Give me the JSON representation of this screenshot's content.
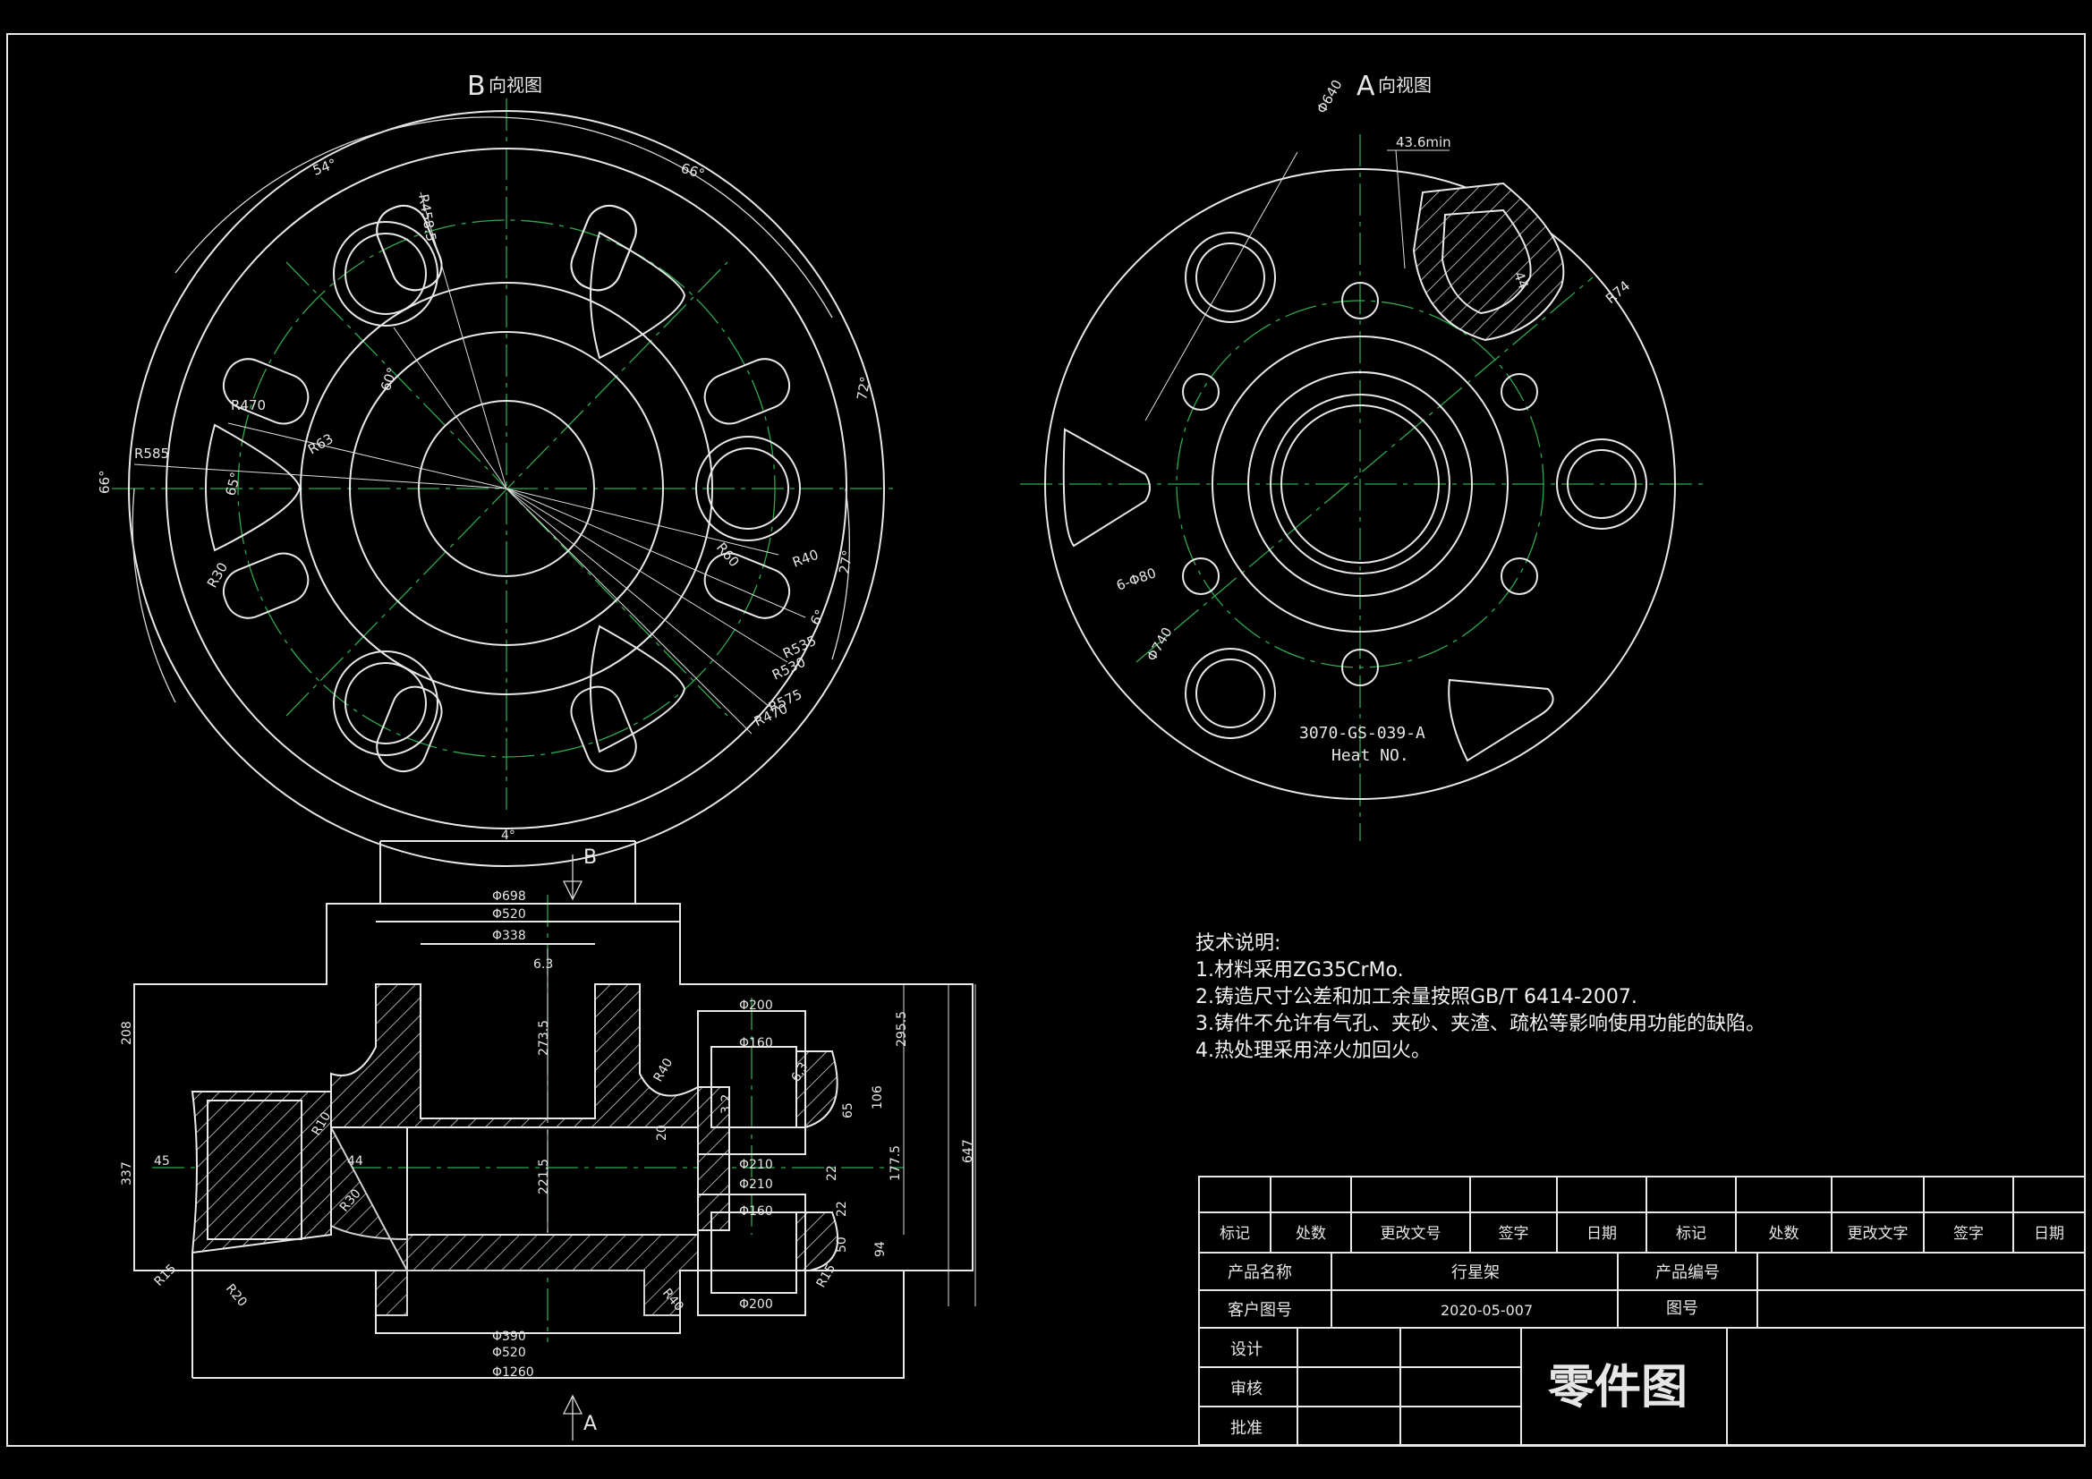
{
  "view_b": {
    "label_letter": "B",
    "label_text": "向视图",
    "dims": [
      "54°",
      "66°",
      "R458.5",
      "60°",
      "R470",
      "R585",
      "R63",
      "65°",
      "66°",
      "R30",
      "72°",
      "R60",
      "R40",
      "27°",
      "6°",
      "R535",
      "R530",
      "R575",
      "R470"
    ]
  },
  "view_a": {
    "label_letter": "A",
    "label_text": "向视图",
    "dims": [
      "Φ640",
      "43.6min",
      "44",
      "R74",
      "6-Φ80",
      "Φ740"
    ],
    "mark_line1": "3070-GS-039-A",
    "mark_line2": "Heat NO."
  },
  "section": {
    "arrow_b": "B",
    "arrow_a": "A",
    "dims": [
      "4°",
      "Φ698",
      "Φ520",
      "Φ338",
      "6.3",
      "208",
      "337",
      "45",
      "44",
      "R10",
      "R30",
      "R15",
      "R20",
      "273.5",
      "221.5",
      "R40",
      "20",
      "R40",
      "R15",
      "Φ200",
      "Φ160",
      "Φ210",
      "Φ210",
      "Φ160",
      "Φ200",
      "6.3",
      "3.2",
      "295.5",
      "106",
      "65",
      "22",
      "177.5",
      "94",
      "22",
      "50",
      "647",
      "Φ390",
      "Φ520",
      "Φ1260"
    ]
  },
  "tech_notes": {
    "title": "技术说明:",
    "items": [
      "1.材料采用ZG35CrMo.",
      "2.铸造尺寸公差和加工余量按照GB/T 6414-2007.",
      "3.铸件不允许有气孔、夹砂、夹渣、疏松等影响使用功能的缺陷。",
      "4.热处理采用淬火加回火。"
    ]
  },
  "title_block": {
    "rev_headers": [
      "标记",
      "处数",
      "更改文号",
      "签字",
      "日期",
      "标记",
      "处数",
      "更改文字",
      "签字",
      "日期"
    ],
    "product_name_label": "产品名称",
    "product_name": "行星架",
    "product_no_label": "产品编号",
    "product_no": "",
    "customer_drawing_label": "客户图号",
    "customer_drawing": "2020-05-007",
    "drawing_no_label": "图号",
    "drawing_no": "",
    "design_label": "设计",
    "review_label": "审核",
    "approve_label": "批准",
    "drawing_title": "零件图"
  }
}
